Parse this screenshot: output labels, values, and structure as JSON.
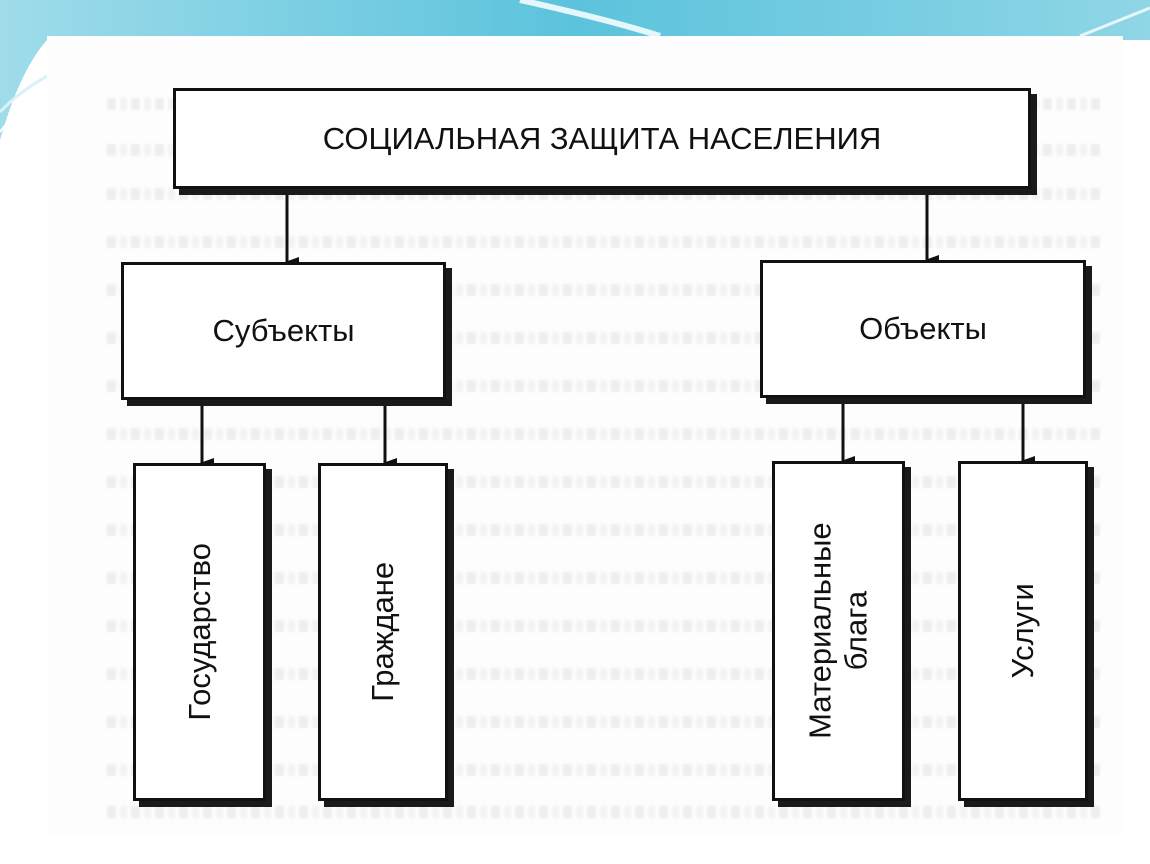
{
  "diagram": {
    "root": {
      "label": "СОЦИАЛЬНАЯ ЗАЩИТА НАСЕЛЕНИЯ"
    },
    "branches": [
      {
        "label": "Субъекты",
        "children": [
          {
            "label": "Государство"
          },
          {
            "label": "Граждане"
          }
        ]
      },
      {
        "label": "Объекты",
        "children": [
          {
            "label": "Материальные\nблага"
          },
          {
            "label": "Услуги"
          }
        ]
      }
    ]
  },
  "colors": {
    "frame_accent": "#5bc3dc",
    "node_border": "#111111"
  }
}
